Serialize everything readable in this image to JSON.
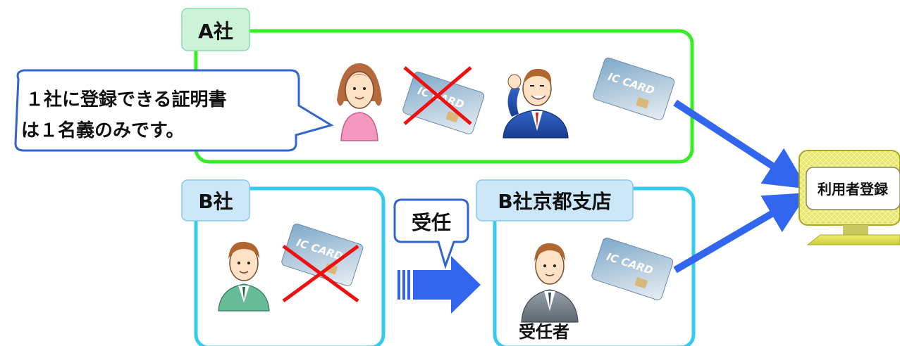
{
  "groups": {
    "a": {
      "label": "A社"
    },
    "b": {
      "label": "B社"
    },
    "branch": {
      "label": "B社京都支店"
    }
  },
  "callout": {
    "line1": "１社に登録できる証明書",
    "line2": "は１名義のみです。"
  },
  "delegation": {
    "label": "受任"
  },
  "delegate": {
    "caption": "受任者"
  },
  "terminal": {
    "label": "利用者登録"
  },
  "card": {
    "text": "IC CARD"
  },
  "colors": {
    "green": "#33ee22",
    "cyan": "#33ccee",
    "label_bg": "#cce8f8",
    "label_bg_green": "#ccf2d8",
    "arrow_blue": "#3366ee",
    "cross_red": "#ee1111",
    "monitor_yellow": "#dddd44"
  }
}
